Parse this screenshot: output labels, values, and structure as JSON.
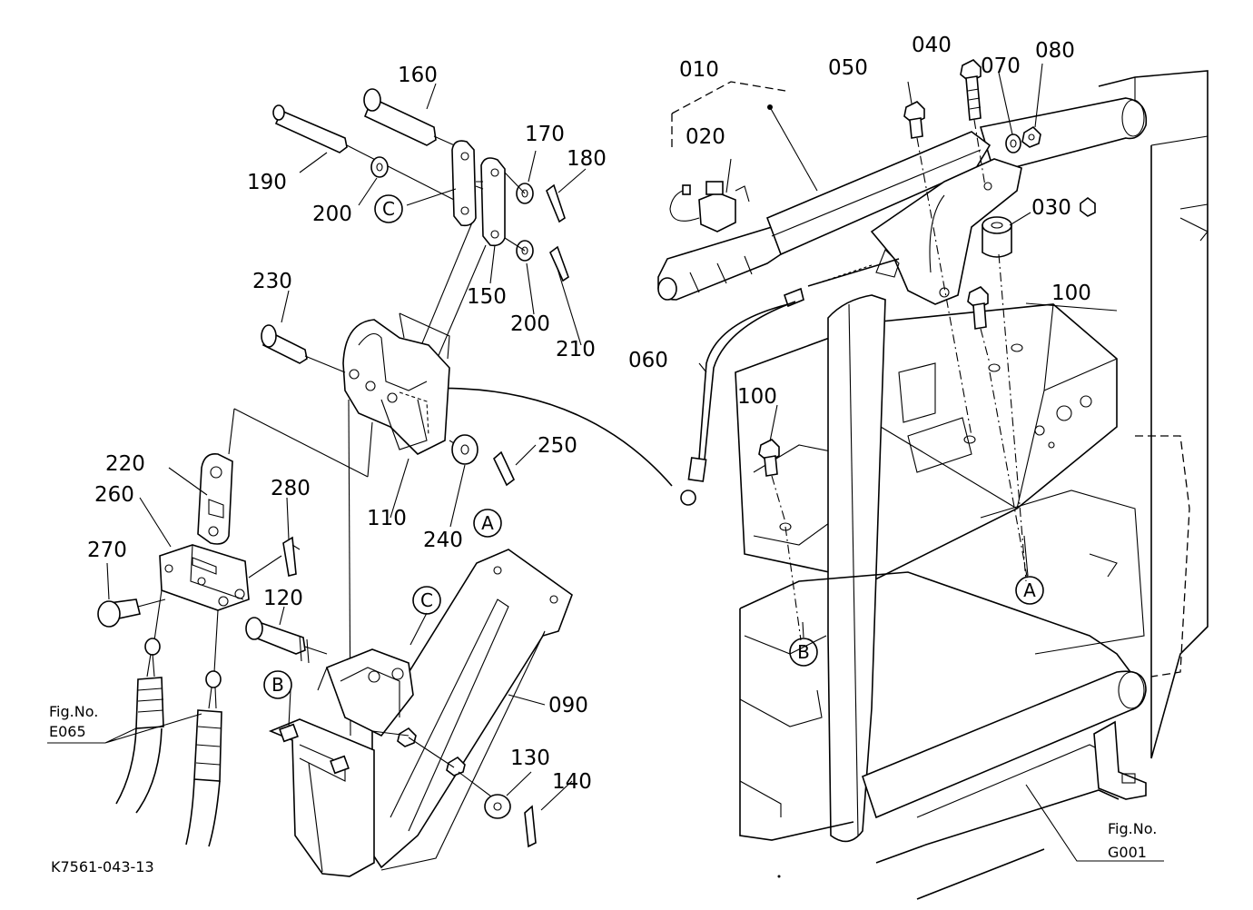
{
  "diagram_id": "K7561-043-13",
  "part_numbers": [
    "010",
    "020",
    "030",
    "040",
    "050",
    "060",
    "070",
    "080",
    "090",
    "100",
    "110",
    "120",
    "130",
    "140",
    "150",
    "160",
    "170",
    "180",
    "190",
    "200",
    "210",
    "220",
    "230",
    "240",
    "250",
    "260",
    "270",
    "280"
  ],
  "callouts": {
    "p010": "010",
    "p020": "020",
    "p030": "030",
    "p040": "040",
    "p050": "050",
    "p060": "060",
    "p070": "070",
    "p080": "080",
    "p090": "090",
    "p100a": "100",
    "p100b": "100",
    "p110": "110",
    "p120": "120",
    "p130": "130",
    "p140": "140",
    "p150": "150",
    "p160": "160",
    "p170": "170",
    "p180": "180",
    "p190": "190",
    "p200a": "200",
    "p200b": "200",
    "p210": "210",
    "p220": "220",
    "p230": "230",
    "p240": "240",
    "p250": "250",
    "p260": "260",
    "p270": "270",
    "p280": "280"
  },
  "connection_markers": {
    "A": "A",
    "B": "B",
    "C": "C"
  },
  "figure_refs": {
    "e065_label": "Fig.No.",
    "e065_value": "E065",
    "g001_label": "Fig.No.",
    "g001_value": "G001"
  }
}
